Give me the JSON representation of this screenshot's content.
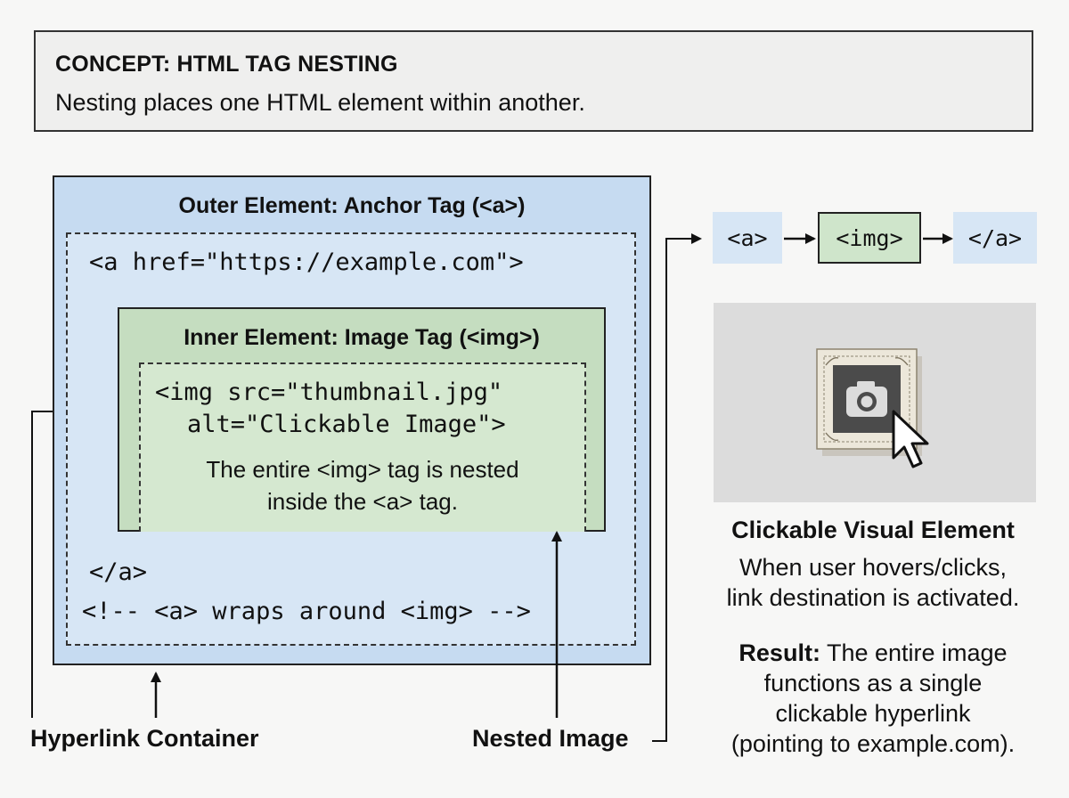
{
  "concept": {
    "title": "CONCEPT: HTML TAG NESTING",
    "body": "Nesting places one HTML element within another."
  },
  "outer": {
    "title": "Outer Element: Anchor Tag (<a>)",
    "code_open": "<a href=\"https://example.com\">",
    "code_close": "</a>",
    "comment": "<!-- <a> wraps around <img> -->"
  },
  "inner": {
    "title": "Inner Element: Image Tag (<img>)",
    "code_line1": "<img src=\"thumbnail.jpg\"",
    "code_line2": "alt=\"Clickable Image\">",
    "note_line1": "The entire <img> tag is nested",
    "note_line2": "inside the <a> tag."
  },
  "labels": {
    "container": "Hyperlink Container",
    "nested": "Nested Image"
  },
  "flow": {
    "a_open": "<a>",
    "img": "<img>",
    "a_close": "</a>"
  },
  "preview": {
    "icon": "camera-icon",
    "cursor": "pointer-cursor-icon"
  },
  "clickable": {
    "title": "Clickable Visual Element",
    "desc_line1": "When user hovers/clicks,",
    "desc_line2": "link destination is activated."
  },
  "result": {
    "label": "Result:",
    "text_line1": " The entire image",
    "text_line2": "functions as a single",
    "text_line3": "clickable hyperlink",
    "text_line4": "(pointing to example.com)."
  },
  "colors": {
    "outer_fill": "#c6dbf1",
    "inner_fill": "#c5ddc0",
    "concept_fill": "#efefee"
  }
}
